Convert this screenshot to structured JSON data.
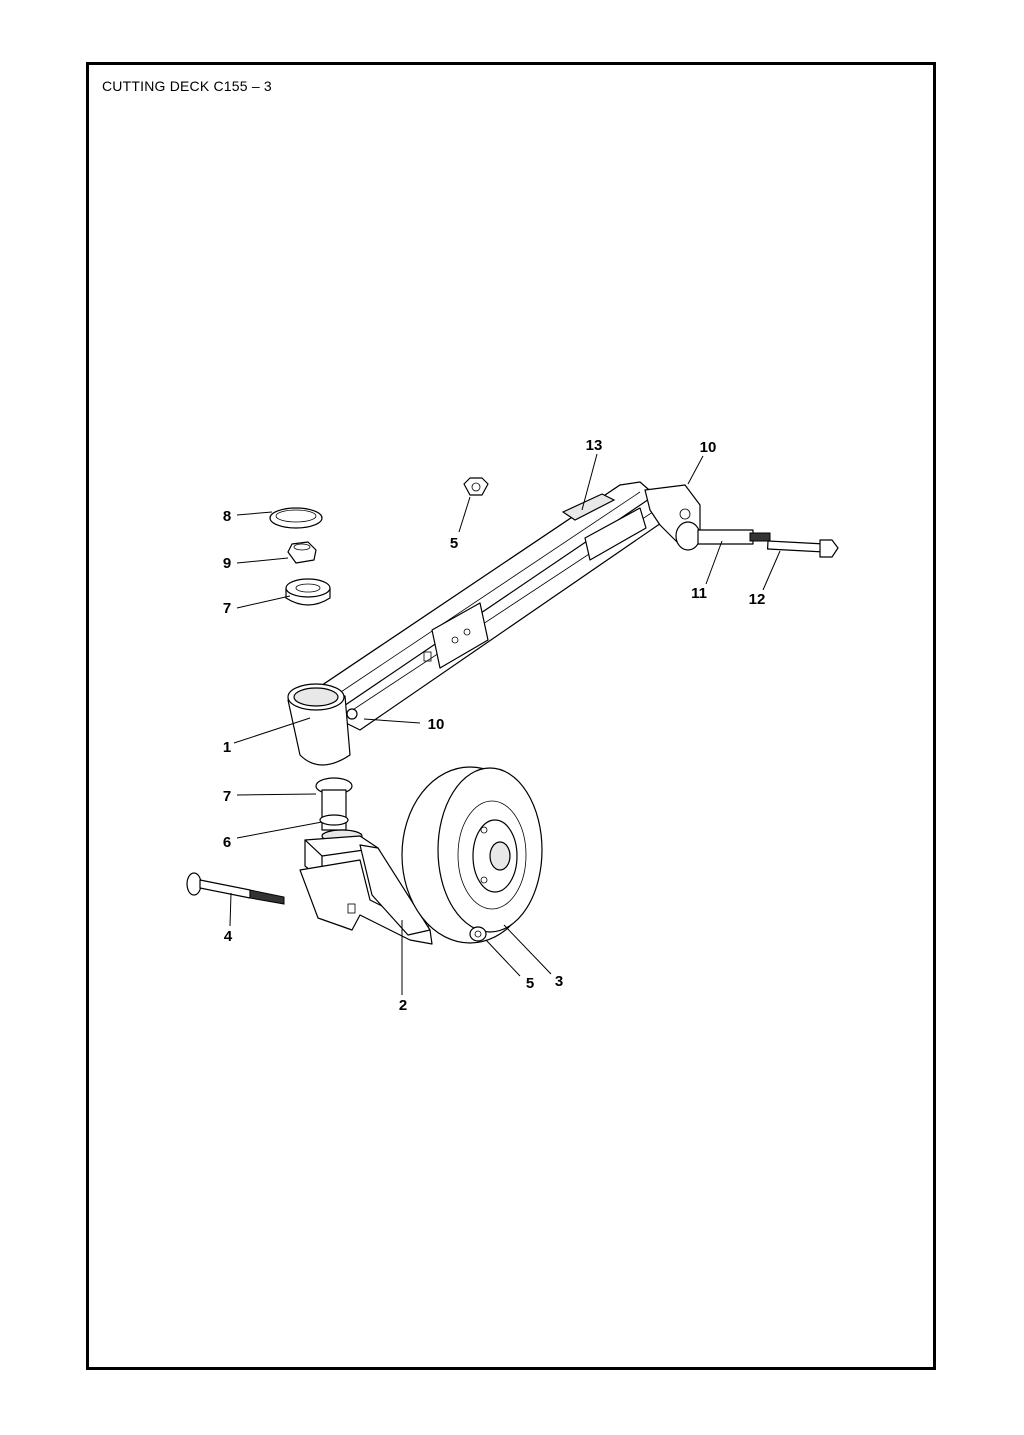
{
  "title": "CUTTING DECK C155 – 3",
  "callouts": [
    {
      "id": "c13",
      "text": "13"
    },
    {
      "id": "c10a",
      "text": "10"
    },
    {
      "id": "c8",
      "text": "8"
    },
    {
      "id": "c5a",
      "text": "5"
    },
    {
      "id": "c9",
      "text": "9"
    },
    {
      "id": "c7a",
      "text": "7"
    },
    {
      "id": "c11",
      "text": "11"
    },
    {
      "id": "c12",
      "text": "12"
    },
    {
      "id": "c10b",
      "text": "10"
    },
    {
      "id": "c1",
      "text": "1"
    },
    {
      "id": "c7b",
      "text": "7"
    },
    {
      "id": "c6",
      "text": "6"
    },
    {
      "id": "c4",
      "text": "4"
    },
    {
      "id": "c5b",
      "text": "5"
    },
    {
      "id": "c3",
      "text": "3"
    },
    {
      "id": "c2",
      "text": "2"
    }
  ]
}
